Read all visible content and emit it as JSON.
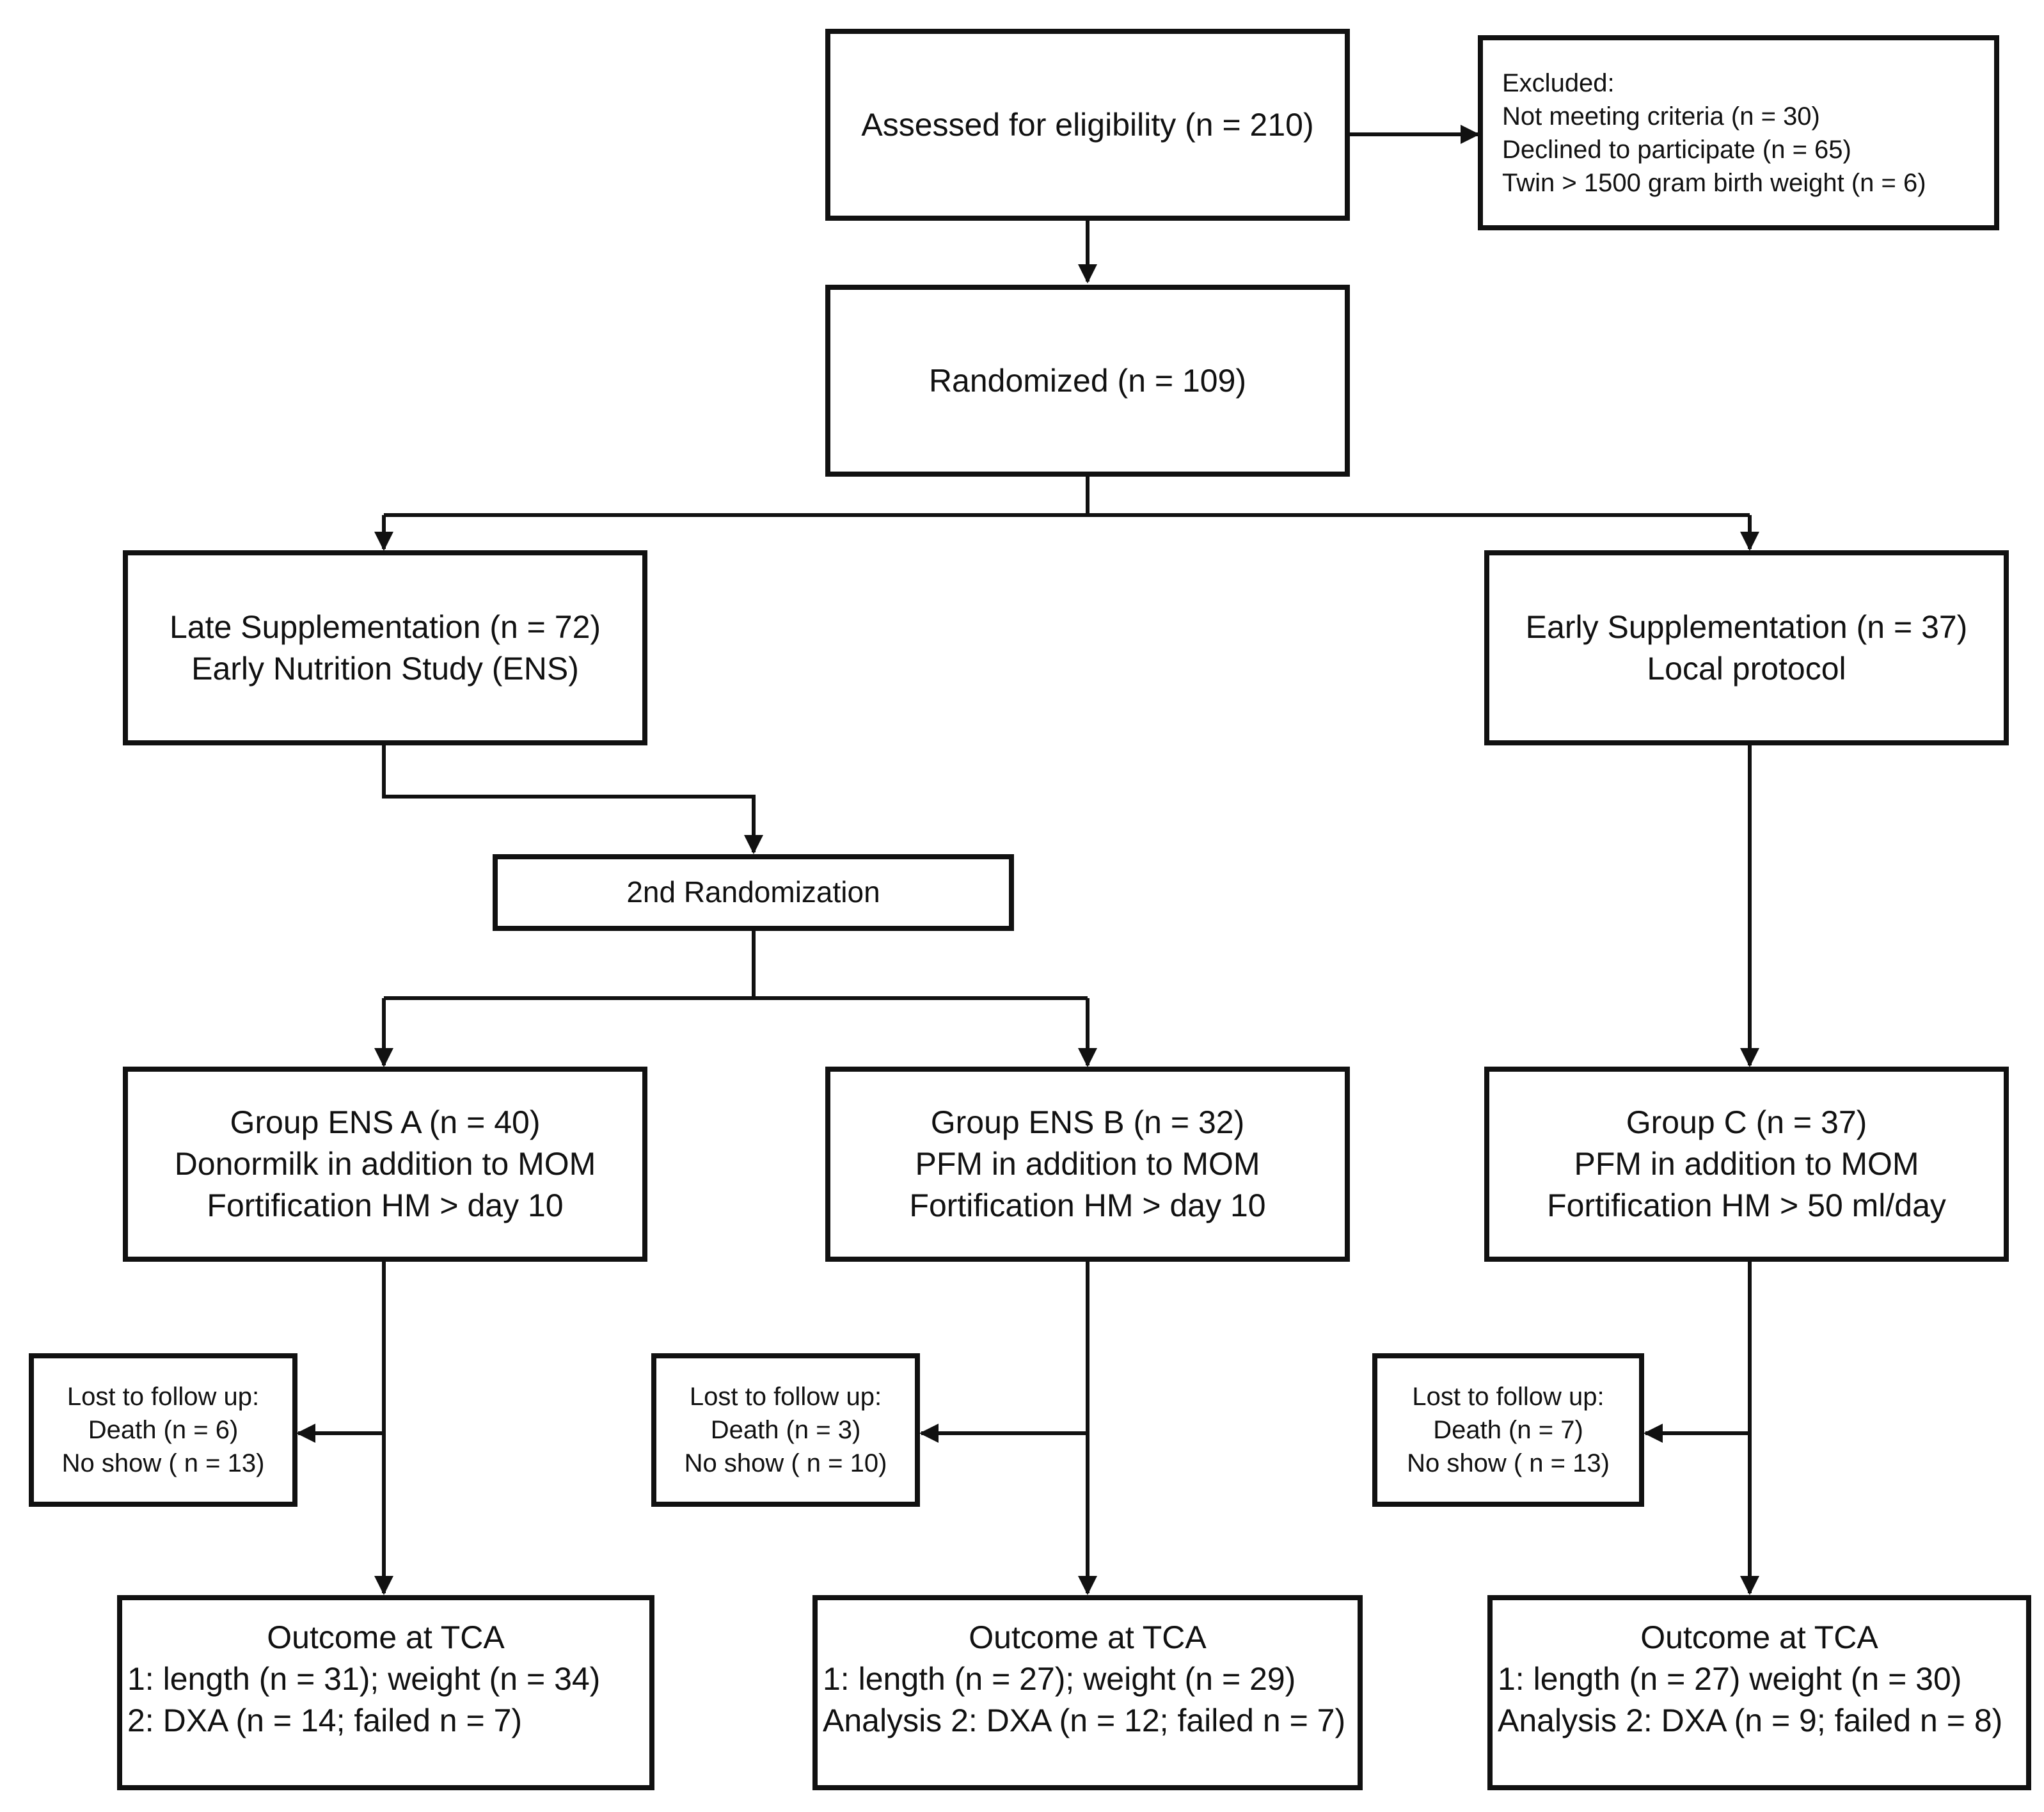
{
  "assessed": {
    "label": "Assessed for eligibility (n = 210)"
  },
  "excluded": {
    "title": "Excluded:",
    "items": [
      "Not meeting criteria (n = 30)",
      "Declined to participate (n = 65)",
      "Twin > 1500 gram birth weight (n = 6)"
    ]
  },
  "randomized": {
    "label": "Randomized (n = 109)"
  },
  "late": {
    "line1": "Late Supplementation (n = 72)",
    "line2": "Early Nutrition Study (ENS)"
  },
  "early": {
    "line1": "Early Supplementation (n = 37)",
    "line2": "Local protocol"
  },
  "second_randomization": {
    "label": "2nd Randomization"
  },
  "groups": [
    {
      "title": "Group ENS A (n = 40)",
      "line2": "Donormilk in addition to MOM",
      "line3": "Fortification HM > day 10"
    },
    {
      "title": "Group ENS B (n = 32)",
      "line2": "PFM in addition to MOM",
      "line3": "Fortification HM > day 10"
    },
    {
      "title": "Group C (n = 37)",
      "line2": "PFM in addition to MOM",
      "line3": "Fortification HM > 50 ml/day"
    }
  ],
  "lost": [
    {
      "title": "Lost to follow up:",
      "death": "Death (n = 6)",
      "noshow": "No show ( n = 13)"
    },
    {
      "title": "Lost to follow up:",
      "death": "Death (n = 3)",
      "noshow": "No show ( n = 10)"
    },
    {
      "title": "Lost to follow up:",
      "death": "Death (n = 7)",
      "noshow": "No show ( n = 13)"
    }
  ],
  "outcomes": [
    {
      "title": "Outcome at TCA",
      "line2": "1: length (n = 31); weight (n = 34)",
      "line3": "2: DXA (n = 14; failed n = 7)"
    },
    {
      "title": "Outcome at TCA",
      "line2": "1: length  (n = 27); weight (n = 29)",
      "line3": "Analysis 2: DXA (n = 12; failed n = 7)"
    },
    {
      "title": "Outcome at TCA",
      "line2": "1: length (n = 27) weight (n = 30)",
      "line3": "Analysis 2: DXA (n = 9; failed n = 8)"
    }
  ]
}
